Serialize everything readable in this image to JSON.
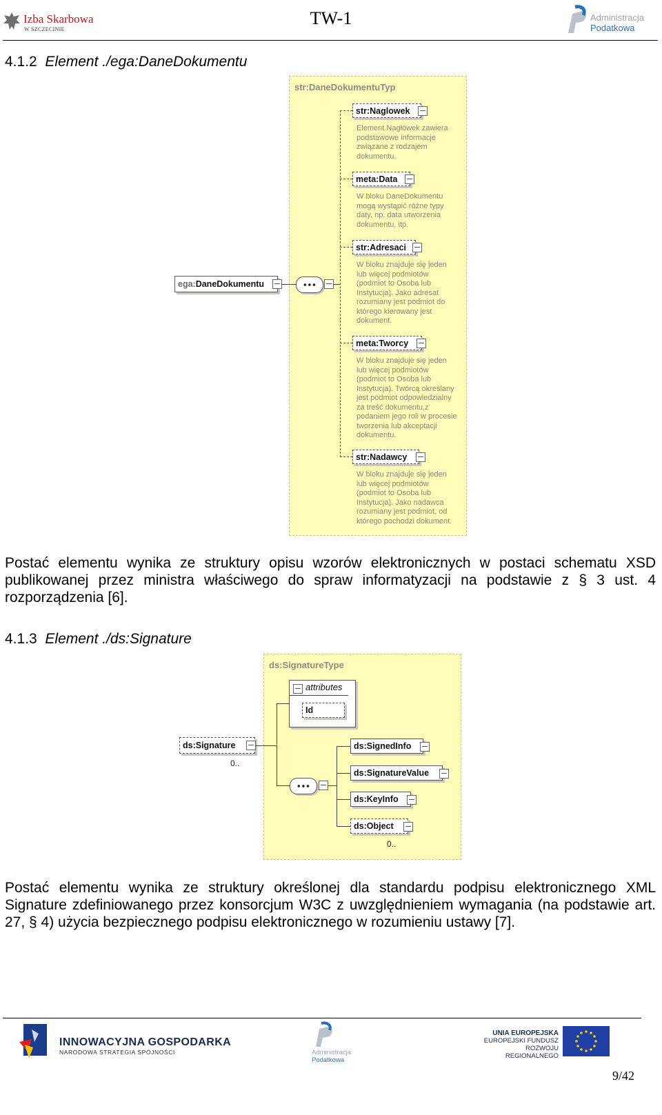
{
  "header": {
    "left_logo_line1": "Izba Skarbowa",
    "left_logo_line2": "W SZCZECINIE",
    "doc_title": "TW-1",
    "right_logo_line1": "Administracja",
    "right_logo_line2": "Podatkowa"
  },
  "section1": {
    "number": "4.1.2",
    "title": "Element ./ega:DaneDokumentu",
    "diagram": {
      "type_name": "str:DaneDokumentuTyp",
      "root_prefix": "ega:",
      "root_name": "DaneDokumentu",
      "children": [
        {
          "name": "str:Naglowek",
          "desc": [
            "Element Nagłówek zawiera",
            "podstawowe informacje",
            "związane z rodzajem",
            "dokumentu."
          ]
        },
        {
          "name": "meta:Data",
          "desc": [
            "W bloku DaneDokumentu",
            "mogą wystąpić różne typy",
            "daty, np. data utworzenia",
            "dokumentu, itp."
          ]
        },
        {
          "name": "str:Adresaci",
          "desc": [
            "W bloku znajduje się jeden",
            "lub więcej podmiotów",
            "(podmiot to Osoba lub",
            "Instytucja). Jako adresat",
            "rozumiany jest podmiot do",
            "którego kierowany jest",
            "dokument."
          ]
        },
        {
          "name": "meta:Tworcy",
          "desc": [
            "W bloku znajduje się jeden",
            "lub więcej podmiotów",
            "(podmiot to Osoba lub",
            "Instytucja). Twórcą określany",
            "jest podmiot odpowiedzialny",
            "za treść dokumentu,z",
            "podaniem jego roli w procesie",
            "tworzenia lub akceptacji",
            "dokumentu."
          ]
        },
        {
          "name": "str:Nadawcy",
          "desc": [
            "W bloku znajduje się jeden",
            "lub więcej podmiotów",
            "(podmiot to Osoba lub",
            "Instytucja). Jako nadawca",
            "rozumiany jest podmiot, od",
            "którego pochodzi dokument."
          ]
        }
      ]
    },
    "paragraph": "Postać elementu wynika ze struktury opisu wzorów elektronicznych w postaci schematu XSD publikowanej przez ministra właściwego do spraw informatyzacji na podstawie z § 3 ust. 4 rozporządzenia [6]."
  },
  "section2": {
    "number": "4.1.3",
    "title": "Element ./ds:Signature",
    "diagram": {
      "type_name": "ds:SignatureType",
      "attributes_label": "attributes",
      "attribute": "Id",
      "root_name": "ds:Signature",
      "root_occurs": "0..",
      "children": [
        {
          "name": "ds:SignedInfo"
        },
        {
          "name": "ds:SignatureValue"
        },
        {
          "name": "ds:KeyInfo"
        },
        {
          "name": "ds:Object",
          "occurs": "0.."
        }
      ]
    },
    "paragraph": "Postać elementu wynika ze struktury określonej dla standardu podpisu elektronicznego XML Signature zdefiniowanego przez konsorcjum W3C z uwzględnieniem wymagania (na podstawie art. 27, § 4) użycia bezpiecznego podpisu elektronicznego w rozumieniu ustawy [7]."
  },
  "footer": {
    "ig_line1": "INNOWACYJNA GOSPODARKA",
    "ig_line2": "NARODOWA STRATEGIA SPÓJNOŚCI",
    "ap_line1": "Administracja",
    "ap_line2": "Podatkowa",
    "eu_line1": "UNIA EUROPEJSKA",
    "eu_line2": "EUROPEJSKI FUNDUSZ",
    "eu_line3": "ROZWOJU REGIONALNEGO",
    "page": "9/42"
  },
  "colors": {
    "diagram_bg": "#fefcb8",
    "izba_red": "#b11c1c",
    "ap_blue": "#2f6fb5",
    "eu_blue": "#1f3fa5"
  }
}
